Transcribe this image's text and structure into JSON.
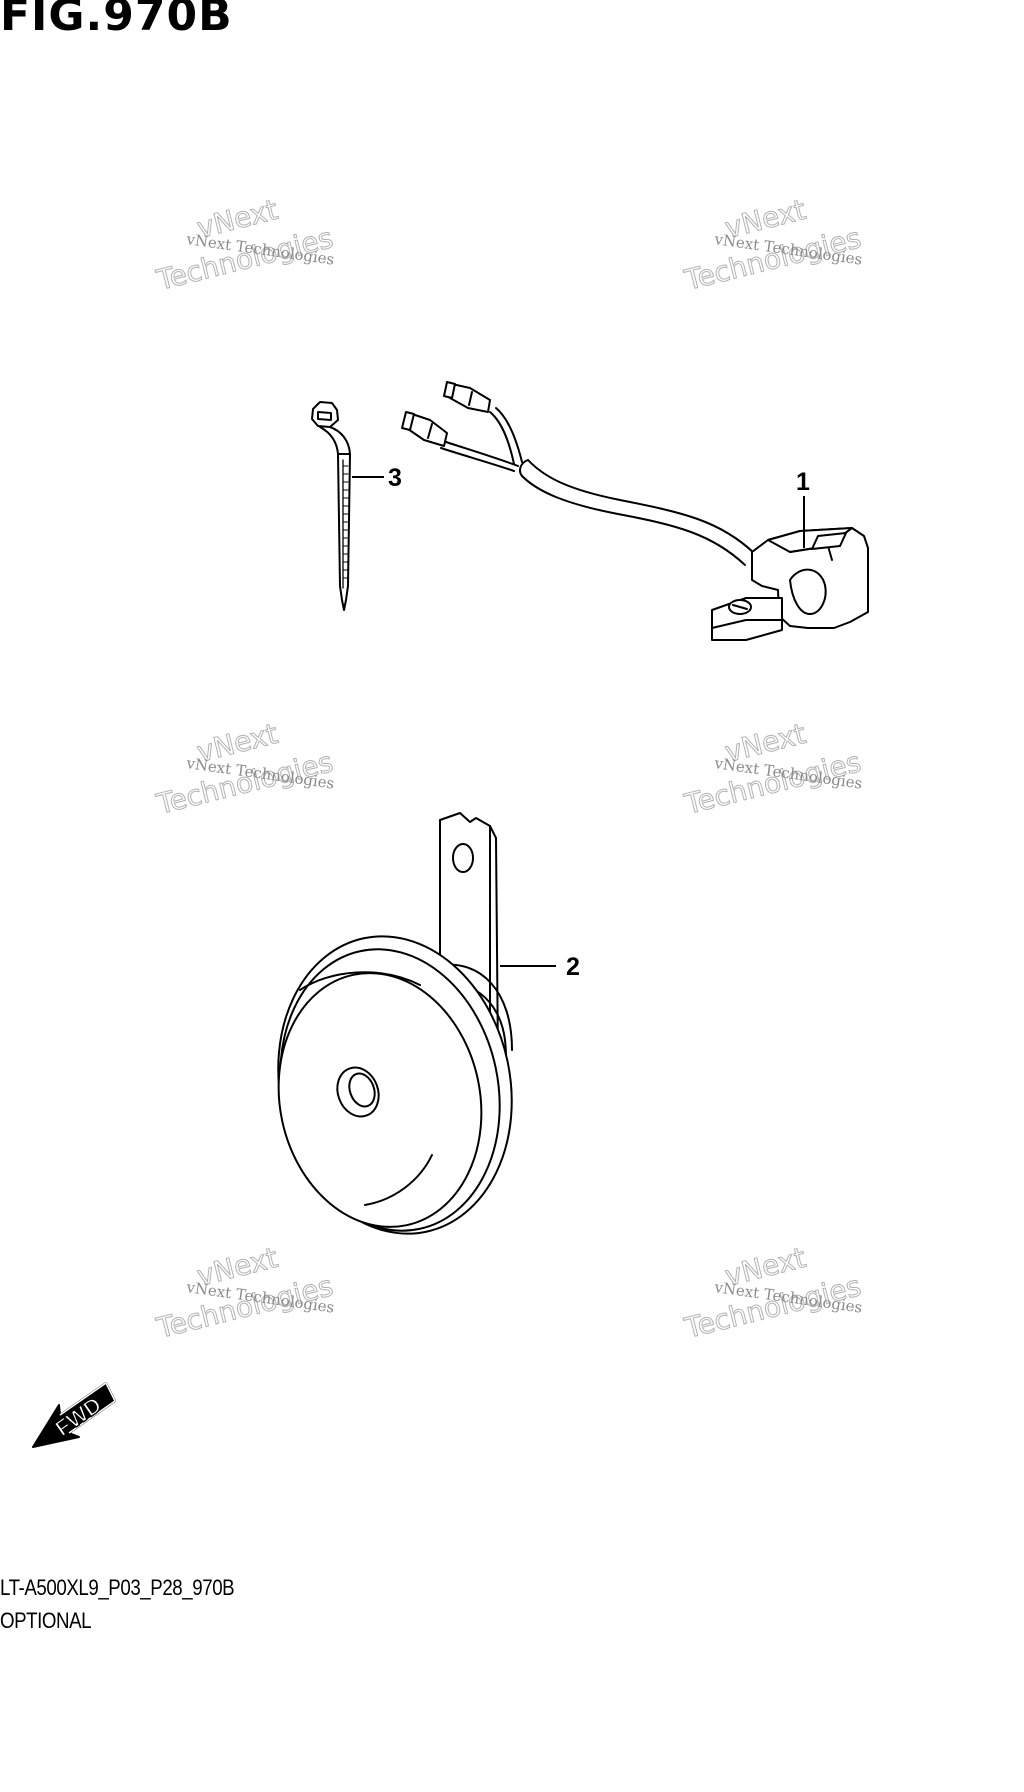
{
  "figure": {
    "title": "FIG.970B",
    "drawing_code": "LT-A500XL9_P03_P28_970B",
    "note": "OPTIONAL"
  },
  "callouts": [
    {
      "label": "1"
    },
    {
      "label": "2"
    },
    {
      "label": "3"
    }
  ],
  "watermark": {
    "line1": "vNext Technologies",
    "big_word1": "vNext",
    "big_word2": "Technologies"
  },
  "fwd_arrow": {
    "label": "FWD"
  }
}
